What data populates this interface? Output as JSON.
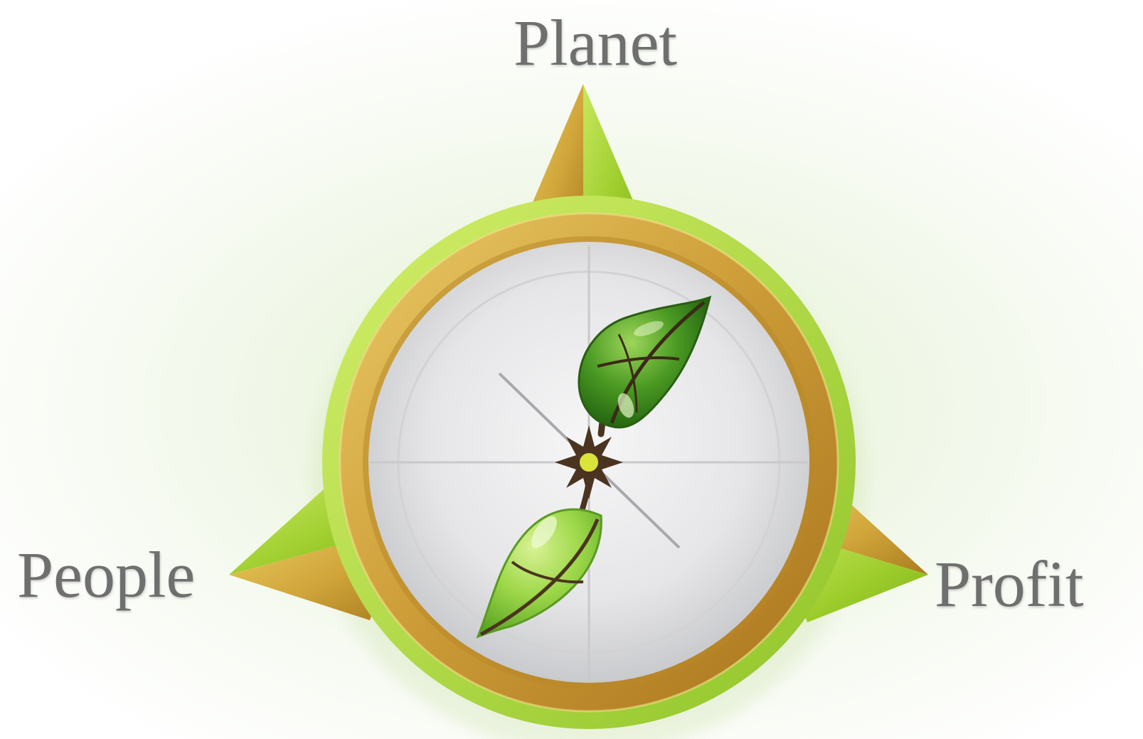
{
  "labels": {
    "top": "Planet",
    "left": "People",
    "right": "Profit"
  },
  "colors": {
    "background": "#f3f8ec",
    "arrow_green": "#9ccc2b",
    "arrow_gold": "#d6ad3a",
    "ring_gold": "#c99834",
    "ring_green": "#a8d43c",
    "dial_face": "#e9e9ea",
    "leaf_dark": "#2f7a16",
    "leaf_light": "#8fcd3e",
    "label_text": "#6f6f6f"
  },
  "icons": {
    "compass": "compass-icon",
    "leaf_needle": "leaf-needle-icon"
  }
}
